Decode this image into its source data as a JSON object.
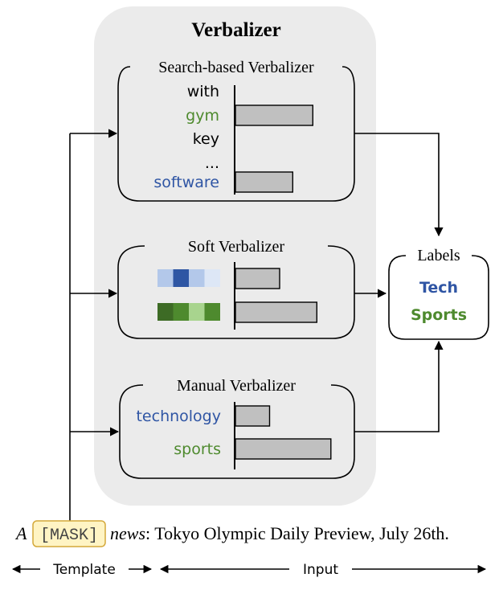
{
  "title": "Verbalizer",
  "search": {
    "title": "Search-based Verbalizer",
    "words": [
      {
        "text": "with",
        "color": "#000000",
        "bar": null
      },
      {
        "text": "gym",
        "color": "#4e8a2e",
        "bar": 0.77
      },
      {
        "text": "key",
        "color": "#000000",
        "bar": null
      },
      {
        "text": "...",
        "color": "#000000",
        "bar": null
      },
      {
        "text": "software",
        "color": "#2f55a4",
        "bar": 0.57
      }
    ]
  },
  "soft": {
    "title": "Soft Verbalizer",
    "rows": [
      {
        "cells": [
          "#b3c8ea",
          "#2e56a4",
          "#b3c8ea",
          "#dde7f6"
        ],
        "bar": 0.44
      },
      {
        "cells": [
          "#3d6b25",
          "#4e8a2e",
          "#a8d48e",
          "#4e8a2e"
        ],
        "bar": 0.81
      }
    ]
  },
  "manual": {
    "title": "Manual Verbalizer",
    "words": [
      {
        "text": "technology",
        "color": "#2f55a4",
        "bar": 0.34
      },
      {
        "text": "sports",
        "color": "#4e8a2e",
        "bar": 0.95
      }
    ]
  },
  "labels": {
    "title": "Labels",
    "items": [
      {
        "text": "Tech",
        "color": "#2f55a4"
      },
      {
        "text": "Sports",
        "color": "#4e8a2e"
      }
    ]
  },
  "sentence": {
    "prefix": "A",
    "mask": "[MASK]",
    "news": "news",
    "rest": ": Tokyo Olympic Daily Preview, July 26th."
  },
  "legend": {
    "template": "Template",
    "input": "Input"
  }
}
